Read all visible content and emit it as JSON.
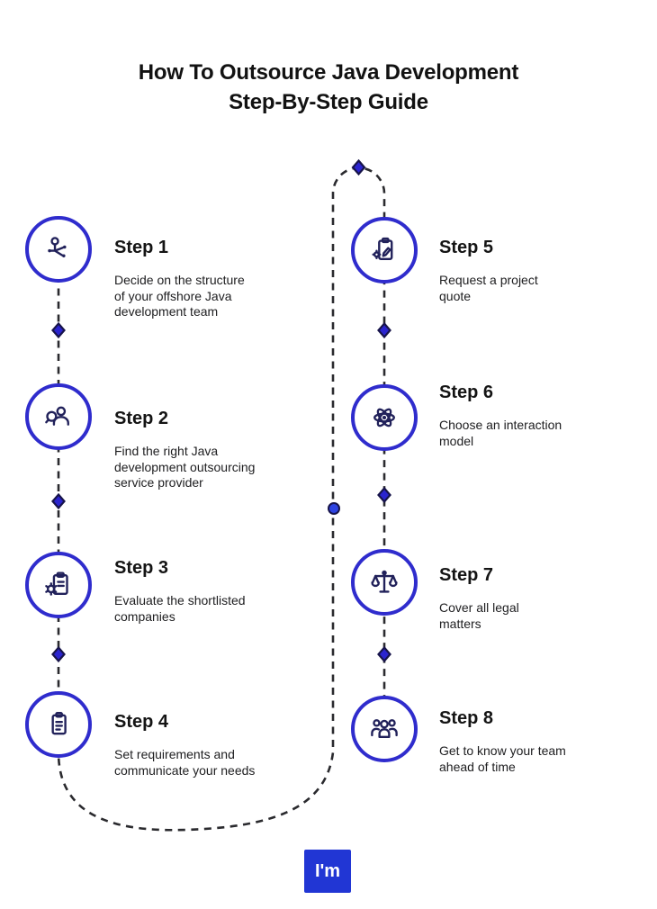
{
  "title": {
    "line1": "How To Outsource Java Development",
    "line2": "Step-By-Step Guide"
  },
  "steps": [
    {
      "label": "Step 1",
      "description": "Decide on the structure\nof your offshore Java\ndevelopment team",
      "icon": "org-structure-icon"
    },
    {
      "label": "Step 2",
      "description": "Find the right Java\ndevelopment outsourcing\nservice provider",
      "icon": "search-person-icon"
    },
    {
      "label": "Step 3",
      "description": "Evaluate the shortlisted\ncompanies",
      "icon": "clipboard-gear-icon"
    },
    {
      "label": "Step 4",
      "description": "Set requirements and\ncommunicate your needs",
      "icon": "clipboard-icon"
    },
    {
      "label": "Step 5",
      "description": "Request a project\nquote",
      "icon": "clipboard-pen-icon"
    },
    {
      "label": "Step 6",
      "description": "Choose an interaction\nmodel",
      "icon": "atom-icon"
    },
    {
      "label": "Step 7",
      "description": "Cover all legal\nmatters",
      "icon": "scales-icon"
    },
    {
      "label": "Step 8",
      "description": "Get to know your team\nahead of time",
      "icon": "team-icon"
    }
  ],
  "logo": {
    "text": "I'm",
    "background": "#2136d4",
    "text_color": "#ffffff"
  },
  "colors": {
    "circle_ring": "#2f2ccd",
    "connector_line": "#2a2a2e",
    "node_fill": "#2b24cf",
    "node_outline": "#17144a",
    "title_text": "#121212",
    "description_text": "#1d1d1f",
    "background": "#ffffff"
  }
}
